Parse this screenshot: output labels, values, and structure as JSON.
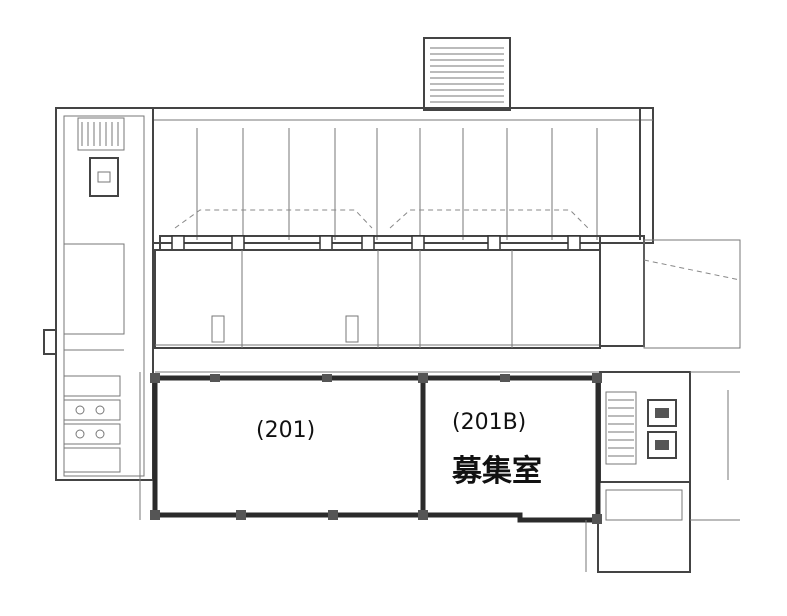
{
  "rooms": {
    "unit_201": {
      "label": "(201)"
    },
    "unit_201b": {
      "label": "(201B)",
      "status": "募集室"
    }
  },
  "colors": {
    "line": "#444444",
    "highlight_wall": "#2b2b2b",
    "background": "#ffffff"
  }
}
